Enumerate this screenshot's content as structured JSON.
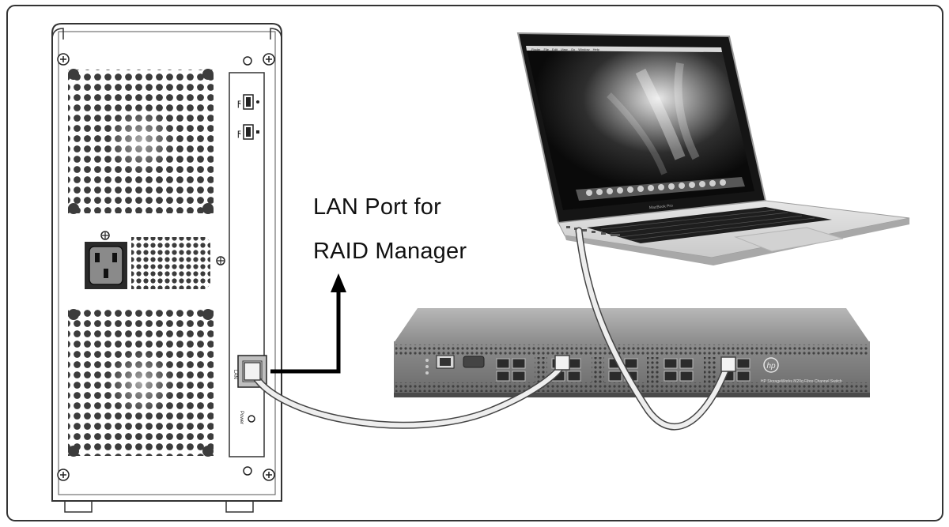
{
  "callout": {
    "line1": "LAN Port for",
    "line2": "RAID Manager"
  },
  "raid_enclosure": {
    "lan_port_label": "LAN",
    "power_label": "Power"
  },
  "fc_switch": {
    "logo": "hp",
    "model_label": "HP StorageWorks 8/20q Fibre Channel Switch"
  },
  "laptop": {
    "bezel_label": "MacBook Pro",
    "menu_bar": [
      "Finder",
      "File",
      "Edit",
      "View",
      "Go",
      "Window",
      "Help"
    ]
  },
  "colors": {
    "frame": "#333333",
    "cable": "#ededed",
    "switch_body": "#7a7a7a",
    "arrow": "#000000"
  }
}
